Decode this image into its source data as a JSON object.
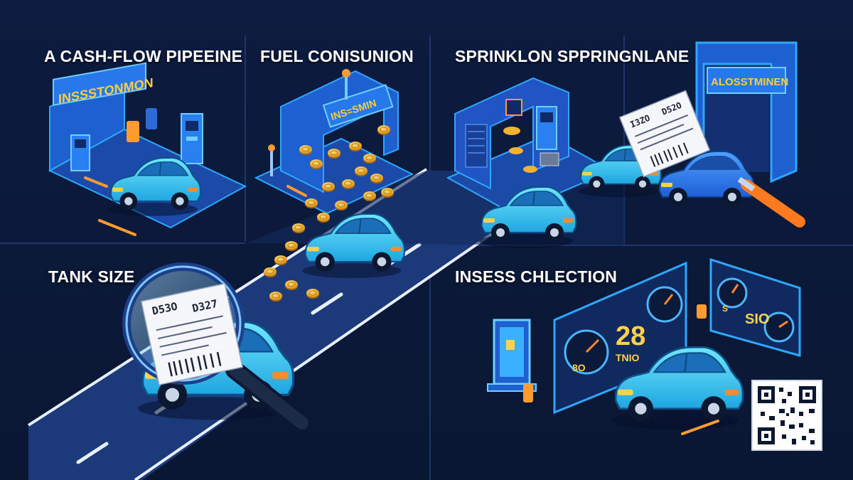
{
  "panels": {
    "cash_flow": {
      "title": "A CASH-FLOW PIPEEINE",
      "sign": "INSSSTONMON"
    },
    "fuel": {
      "title": "FUEL CONISUNION",
      "sign": "INS=SMIN"
    },
    "sprinklon": {
      "title": "SPRINKLON SPPRINGN"
    },
    "lane": {
      "title": "LANE",
      "sign": "ALOSSTMINEN",
      "receipt_left": "I3ZO",
      "receipt_right": "D52O"
    },
    "tank": {
      "title": "TANK SIZE",
      "receipt_left": "D53O",
      "receipt_right": "D327"
    },
    "inspection": {
      "title": "INSESS CHLECTION",
      "speed": "28",
      "speed_unit": "TNIO",
      "gauge_left": "8O",
      "gauge_right": "SIO",
      "gauge_small": "S"
    }
  },
  "colors": {
    "background": "#0c1a3c",
    "road": "#1c3a7a",
    "neon": "#2ea8ff",
    "car": "#3fd6ff",
    "coin": "#f2b233",
    "accent": "#ff8a2a"
  },
  "icons": [
    "car-icon",
    "magnifier-icon",
    "receipt-icon",
    "coin-icon",
    "fuel-pump-icon",
    "dashboard-gauge-icon",
    "qr-code-icon"
  ]
}
